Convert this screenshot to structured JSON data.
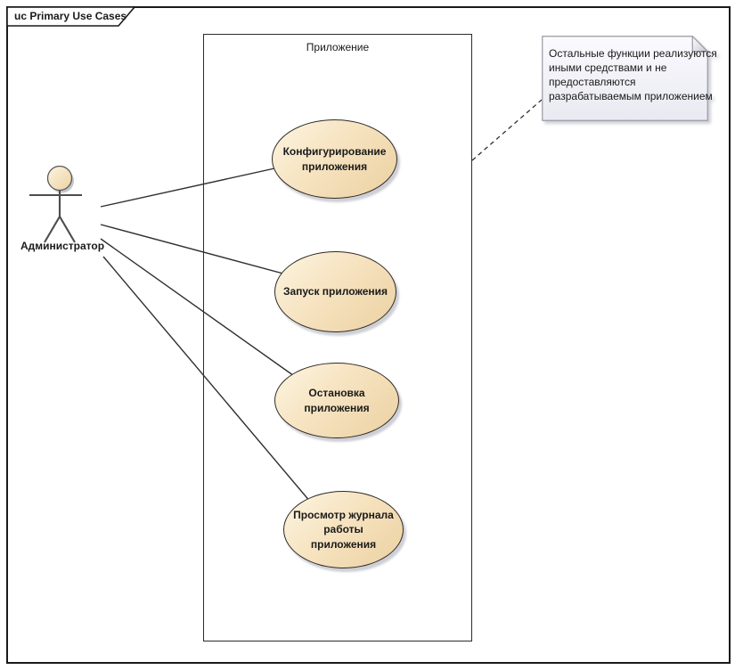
{
  "frame": {
    "label": "uc Primary Use Cases"
  },
  "boundary": {
    "label": "Приложение"
  },
  "actor": {
    "label": "Администратор"
  },
  "use_cases": [
    {
      "label": "Конфигурирование приложения"
    },
    {
      "label": "Запуск приложения"
    },
    {
      "label": "Остановка приложения"
    },
    {
      "label": "Просмотр журнала работы приложения"
    }
  ],
  "note": {
    "lines": [
      "Остальные функции реализуются",
      "иными средствами и не",
      "предоставляются",
      "разрабатываемым приложением"
    ]
  },
  "colors": {
    "uc_fill_light": "#fdf5e1",
    "uc_fill_dark": "#ecd1a2",
    "uc_border": "#2e2a24",
    "note_fill_top": "#fafaff",
    "note_fill_bottom": "#e9e9f1",
    "note_border": "#9b9ba3",
    "line": "#2f2f2f",
    "frame_border": "#1a1a1a",
    "text": "#1a1a1a"
  }
}
